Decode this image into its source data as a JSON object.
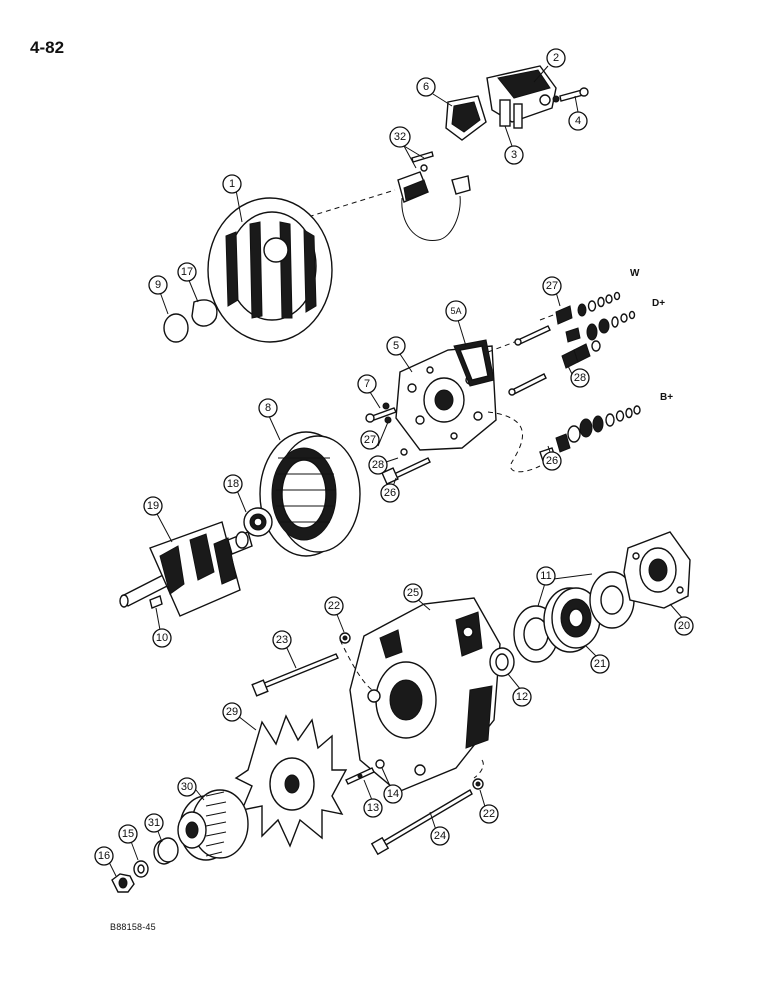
{
  "page_number": "4-82",
  "figure_code": "B88158-45",
  "callouts": [
    "1",
    "2",
    "3",
    "4",
    "5",
    "5A",
    "6",
    "7",
    "8",
    "9",
    "10",
    "11",
    "12",
    "13",
    "14",
    "15",
    "16",
    "17",
    "18",
    "19",
    "20",
    "21",
    "22",
    "22",
    "23",
    "24",
    "25",
    "26",
    "26",
    "27",
    "27",
    "28",
    "28",
    "29",
    "30",
    "31",
    "32"
  ],
  "terminals": [
    "W",
    "D+",
    "B+"
  ]
}
